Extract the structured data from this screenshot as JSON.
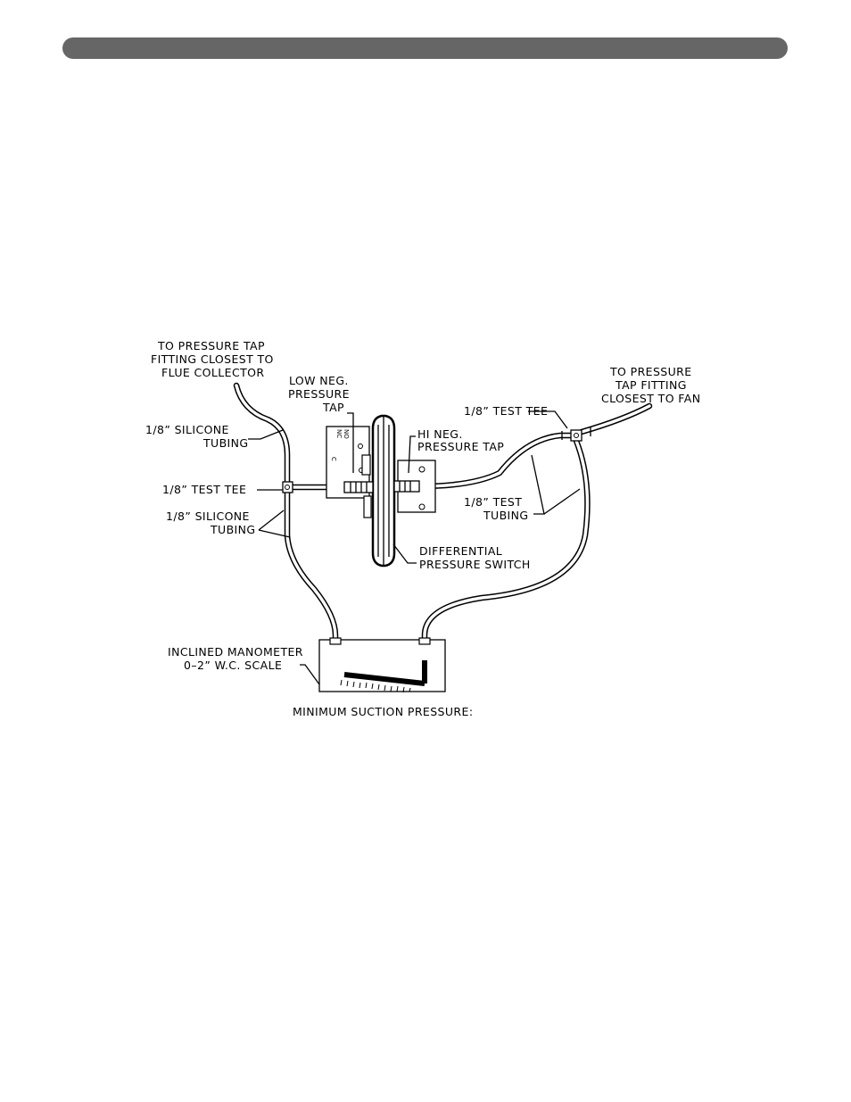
{
  "labels": {
    "flue_tap": [
      "TO PRESSURE TAP",
      "FITTING CLOSEST TO",
      "FLUE COLLECTOR"
    ],
    "silicone_top": [
      "1/8” SILICONE",
      "TUBING"
    ],
    "test_tee_left": "1/8” TEST TEE",
    "silicone_bottom": [
      "1/8” SILICONE",
      "TUBING"
    ],
    "low_neg": [
      "LOW NEG.",
      "PRESSURE",
      "TAP"
    ],
    "hi_neg": [
      "HI NEG.",
      "PRESSURE TAP"
    ],
    "test_tee_right": "1/8” TEST TEE",
    "fan_tap": [
      "TO PRESSURE",
      "TAP FITTING",
      "CLOSEST TO FAN"
    ],
    "test_tubing": [
      "1/8” TEST",
      "TUBING"
    ],
    "diff_switch": [
      "DIFFERENTIAL",
      "PRESSURE SWITCH"
    ],
    "manometer": [
      "INCLINED MANOMETER",
      "0–2” W.C. SCALE"
    ],
    "min_suction": "MINIMUM SUCTION PRESSURE:",
    "terminals": [
      "C",
      "NC",
      "NO"
    ]
  }
}
